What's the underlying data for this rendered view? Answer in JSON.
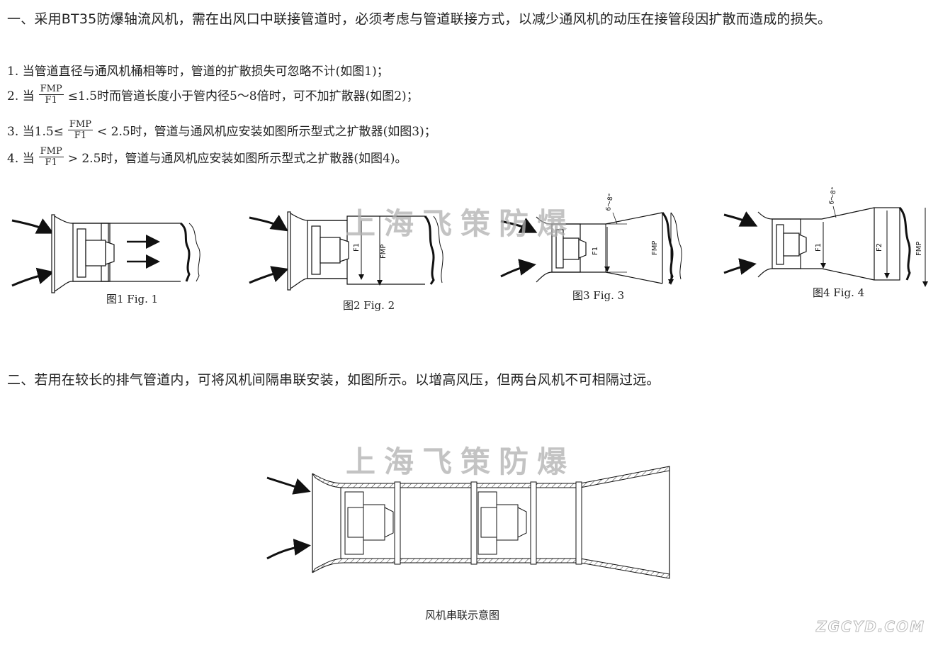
{
  "section1": {
    "heading": "一、采用BT35防爆轴流风机，需在出风口中联接管道时，必须考虑与管道联接方式，以减少通风机的动压在接管段因扩散而造成的损失。",
    "items": [
      {
        "prefix": "1. 当管道直径与通风机桶相等时，管道的扩散损失可忽略不计(如图1)；",
        "num": "",
        "den": "",
        "suffix": ""
      },
      {
        "prefix": "2. 当",
        "num": "FMP",
        "den": "F1",
        "suffix": "≤1.5时而管道长度小于管内径5～8倍时，可不加扩散器(如图2)；"
      },
      {
        "prefix": "3. 当1.5≤",
        "num": "FMP",
        "den": "F1",
        "suffix": "< 2.5时，管道与通风机应安装如图所示型式之扩散器(如图3)；"
      },
      {
        "prefix": "4. 当",
        "num": "FMP",
        "den": "F1",
        "suffix": "> 2.5时，管道与通风机应安装如图所示型式之扩散器(如图4)。"
      }
    ]
  },
  "figures": {
    "fig1": {
      "caption": "图1 Fig. 1"
    },
    "fig2": {
      "caption": "图2 Fig. 2",
      "labels": {
        "f1": "F1",
        "fmp": "FMP"
      }
    },
    "fig3": {
      "caption": "图3 Fig. 3",
      "labels": {
        "f1": "F1",
        "fmp": "FMP",
        "angle": "6～8°"
      }
    },
    "fig4": {
      "caption": "图4 Fig. 4",
      "labels": {
        "f1": "F1",
        "f2": "F2",
        "fmp": "FMP",
        "angle": "6～8°"
      }
    }
  },
  "section2": {
    "heading": "二、若用在较长的排气管道内，可将风机间隔串联安装，如图所示。以增高风压，但两台风机不可相隔过远。",
    "caption": "风机串联示意图"
  },
  "watermarks": {
    "top": "上海飞策防爆",
    "bottom": "上海飞策防爆"
  },
  "site_mark": "ZGCYD.COM"
}
